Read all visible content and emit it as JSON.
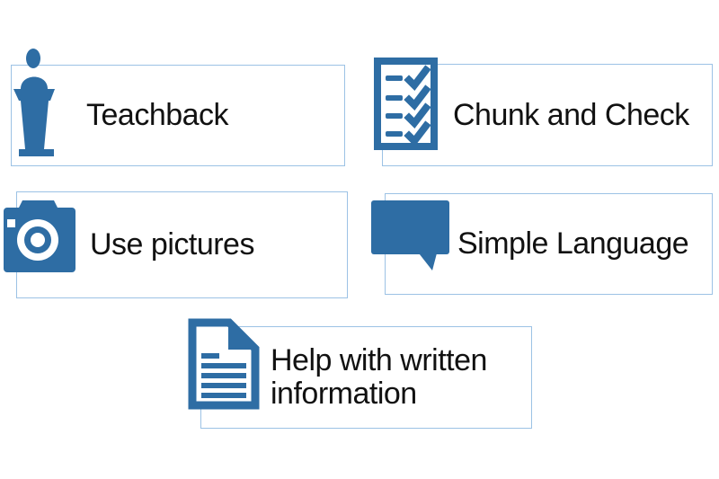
{
  "colors": {
    "icon_blue": "#2E6DA4",
    "box_border": "#9CC2E5",
    "text": "#111111",
    "background": "#FFFFFF"
  },
  "cards": [
    {
      "label": "Teachback",
      "icon": "speaker-podium-icon"
    },
    {
      "label": "Chunk and Check",
      "icon": "checklist-icon"
    },
    {
      "label": "Use pictures",
      "icon": "camera-icon"
    },
    {
      "label": "Simple Language",
      "icon": "speech-bubble-icon"
    },
    {
      "label": "Help with written information",
      "icon": "document-icon"
    }
  ]
}
